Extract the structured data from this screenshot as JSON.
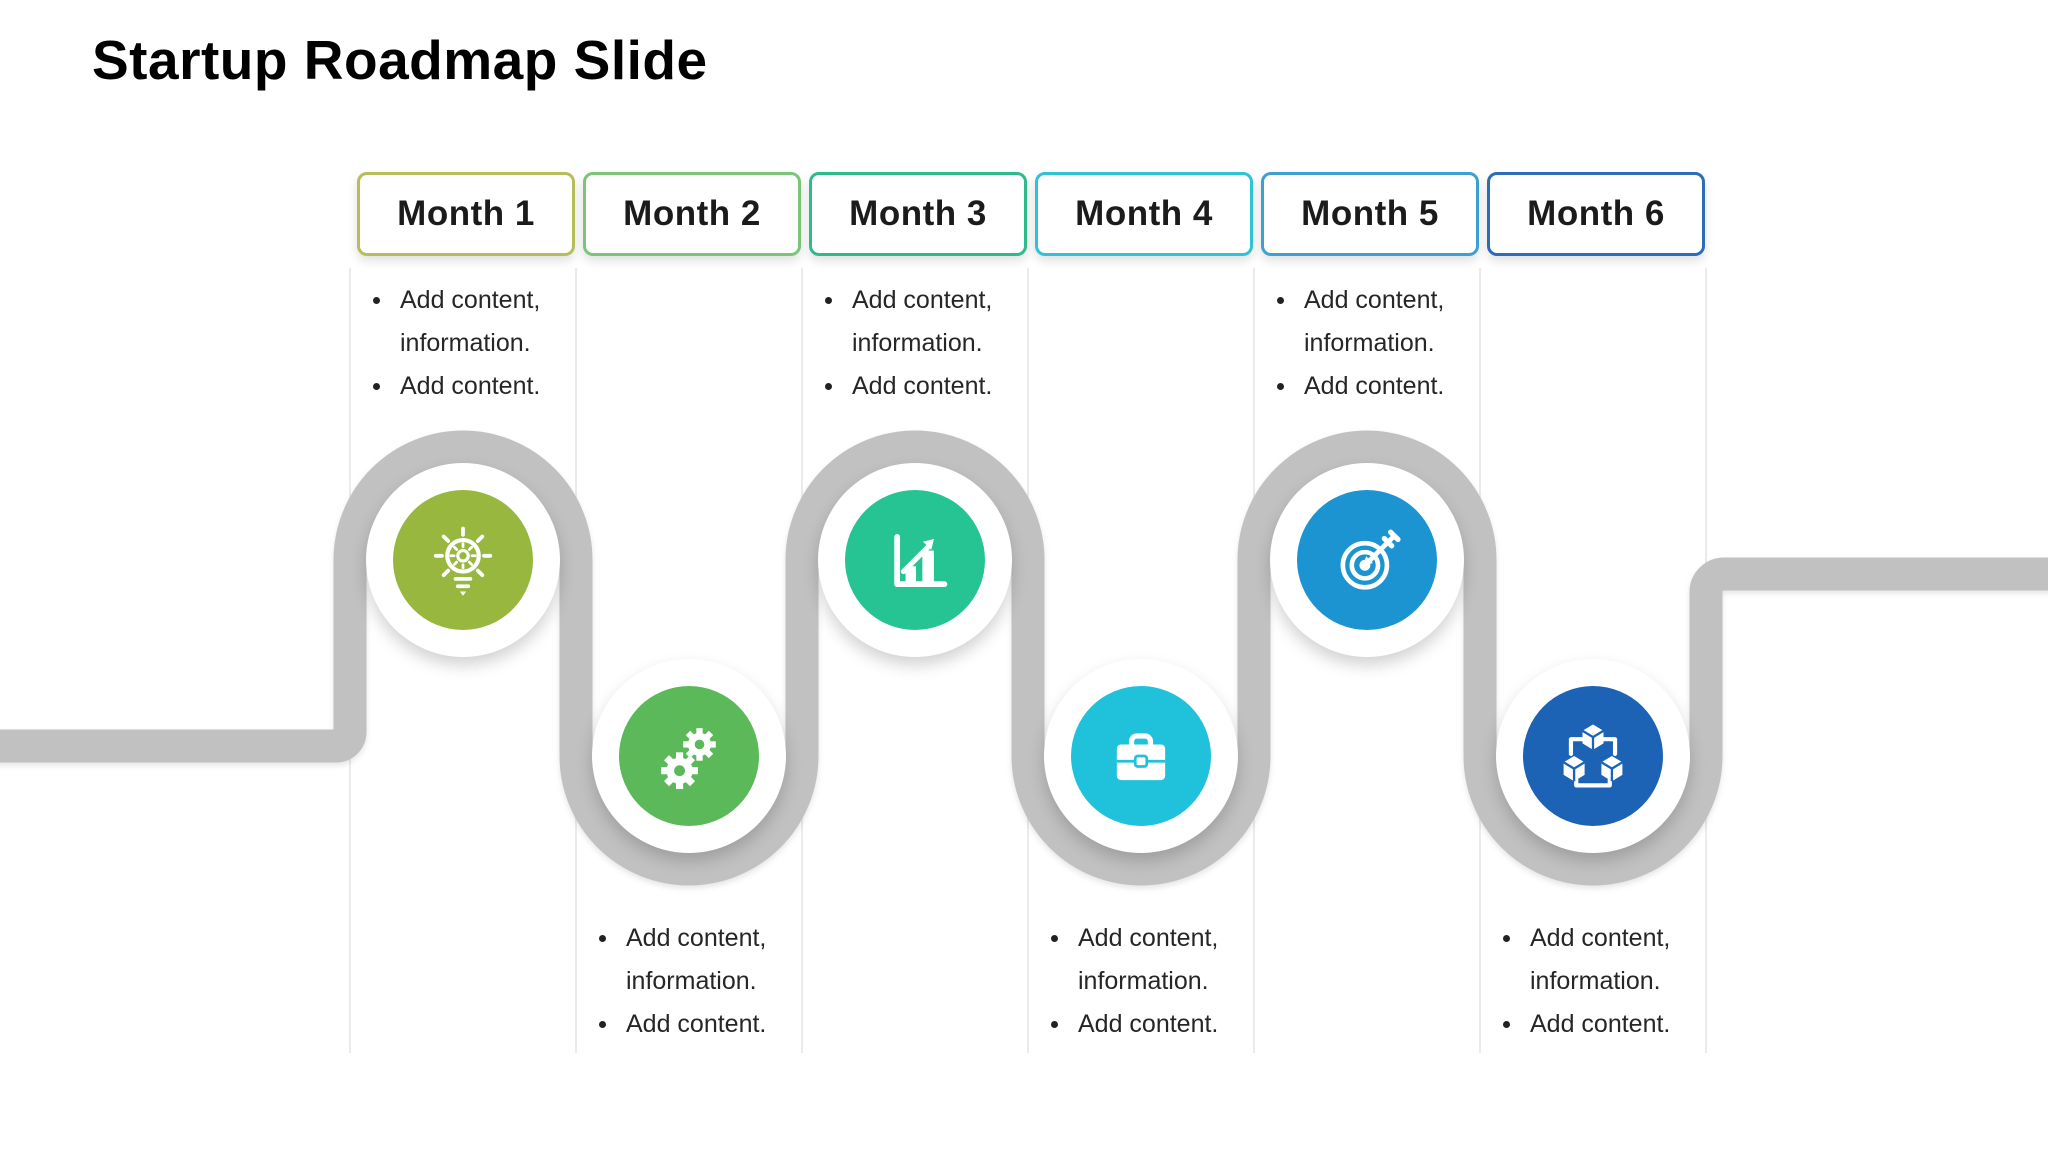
{
  "slide": {
    "title": "Startup Roadmap Slide",
    "background_color": "#ffffff"
  },
  "road": {
    "color": "#c1c1c1"
  },
  "columns": {
    "separator_color": "#ebebeb"
  },
  "months": [
    {
      "label": "Month 1",
      "border_color": "#b6bd5b",
      "circle_color": "#97b73f",
      "icon": "idea-lightbulb-gear-icon",
      "content_position": "top",
      "bullets": [
        "Add content, information.",
        "Add content."
      ]
    },
    {
      "label": "Month 2",
      "border_color": "#7ac577",
      "circle_color": "#5cb95a",
      "icon": "gears-icon",
      "content_position": "bottom",
      "bullets": [
        "Add content, information.",
        "Add content."
      ]
    },
    {
      "label": "Month 3",
      "border_color": "#2eba89",
      "circle_color": "#25c492",
      "icon": "growth-chart-icon",
      "content_position": "top",
      "bullets": [
        "Add content, information.",
        "Add content."
      ]
    },
    {
      "label": "Month 4",
      "border_color": "#30c3d5",
      "circle_color": "#1fc2da",
      "icon": "briefcase-icon",
      "content_position": "bottom",
      "bullets": [
        "Add content, information.",
        "Add content."
      ]
    },
    {
      "label": "Month 5",
      "border_color": "#3f9fd3",
      "circle_color": "#1b94d1",
      "icon": "target-arrow-icon",
      "content_position": "top",
      "bullets": [
        "Add content, information.",
        "Add content."
      ]
    },
    {
      "label": "Month 6",
      "border_color": "#2d6cb6",
      "circle_color": "#1c63b6",
      "icon": "linked-cubes-icon",
      "content_position": "bottom",
      "bullets": [
        "Add content, information.",
        "Add content."
      ]
    }
  ]
}
